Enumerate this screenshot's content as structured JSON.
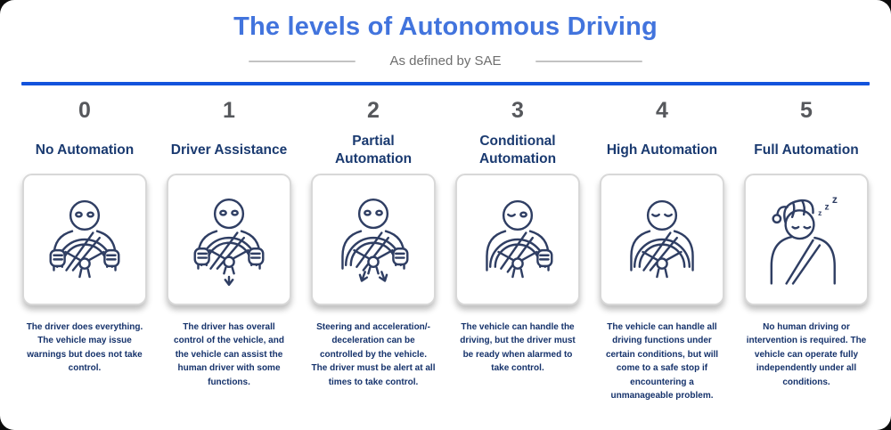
{
  "header": {
    "title": "The levels of Autonomous Driving",
    "subtitle": "As defined by SAE"
  },
  "levels": [
    {
      "number": "0",
      "title": "No Automation",
      "icon": "driver-eyes-open-both-hands-icon",
      "description": "The driver does everything. The vehicle may issue warnings but does not take control."
    },
    {
      "number": "1",
      "title": "Driver Assistance",
      "icon": "driver-both-hands-brake-arrow-icon",
      "description": "The driver has overall control of the vehicle, and the vehicle can assist the human driver with some functions."
    },
    {
      "number": "2",
      "title": "Partial\nAutomation",
      "icon": "driver-one-hand-two-arrows-icon",
      "description": "Steering and acceleration/-deceleration can be controlled by the vehicle. The driver must be alert at all times to take control."
    },
    {
      "number": "3",
      "title": "Conditional\nAutomation",
      "icon": "driver-winking-one-hand-icon",
      "description": "The vehicle can handle the driving, but the driver must be ready when alarmed to take control."
    },
    {
      "number": "4",
      "title": "High Automation",
      "icon": "driver-eyes-closed-hands-off-icon",
      "description": "The vehicle can handle all driving functions under certain conditions, but will come to a safe stop if encountering a unmanageable problem."
    },
    {
      "number": "5",
      "title": "Full Automation",
      "icon": "driver-sleeping-nightcap-icon",
      "description": "No human driving or intervention is required. The vehicle can operate fully independently under all conditions.",
      "sleep_letters": [
        "z",
        "z",
        "z"
      ]
    }
  ],
  "colors": {
    "title_blue": "#4274dd",
    "divider_blue": "#1353dc",
    "heading_navy": "#1a3a70",
    "description_navy": "#15326b",
    "number_gray": "#56585c",
    "subtitle_gray": "#6e6e6e",
    "subtitle_line_gray": "#c3c3c3",
    "icon_stroke_navy": "#2f3e63",
    "card_border_gray": "#d8d8d8",
    "card_background": "#ffffff"
  }
}
